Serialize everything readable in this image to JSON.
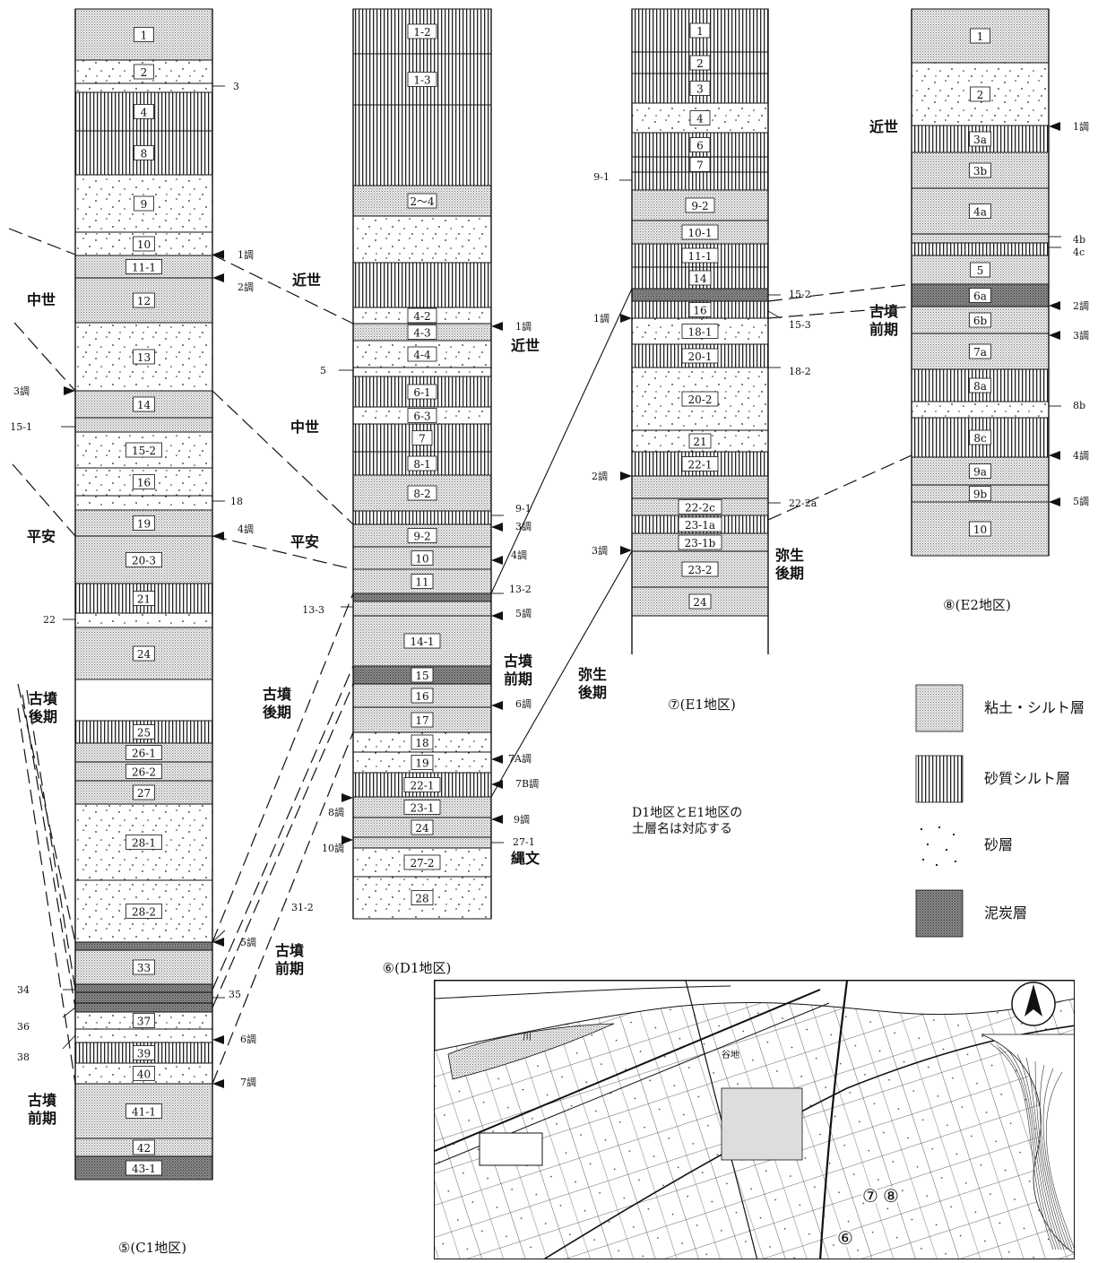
{
  "columns": [
    {
      "id": "c1",
      "caption": "⑤(C1地区)",
      "layers": [
        {
          "label": "1",
          "type": "clay"
        },
        {
          "label": "2",
          "type": "sand"
        },
        {
          "label": "",
          "type": "sand"
        },
        {
          "label": "4",
          "type": "sandy"
        },
        {
          "label": "8",
          "type": "sandy"
        },
        {
          "label": "9",
          "type": "sand"
        },
        {
          "label": "10",
          "type": "sand"
        },
        {
          "label": "11-1",
          "type": "clay"
        },
        {
          "label": "12",
          "type": "clay"
        },
        {
          "label": "13",
          "type": "sand"
        },
        {
          "label": "14",
          "type": "clay"
        },
        {
          "label": "",
          "type": "clay"
        },
        {
          "label": "15-2",
          "type": "sand"
        },
        {
          "label": "16",
          "type": "sand"
        },
        {
          "label": "",
          "type": "sand"
        },
        {
          "label": "19",
          "type": "clay"
        },
        {
          "label": "20-3",
          "type": "clay"
        },
        {
          "label": "21",
          "type": "sandy"
        },
        {
          "label": "",
          "type": "sand"
        },
        {
          "label": "24",
          "type": "clay"
        },
        {
          "label": "",
          "type": "blank"
        },
        {
          "label": "25",
          "type": "sandy"
        },
        {
          "label": "26-1",
          "type": "clay"
        },
        {
          "label": "26-2",
          "type": "clay"
        },
        {
          "label": "27",
          "type": "clay"
        },
        {
          "label": "28-1",
          "type": "sand"
        },
        {
          "label": "28-2",
          "type": "sand"
        },
        {
          "label": "",
          "type": "peat"
        },
        {
          "label": "33",
          "type": "clay"
        },
        {
          "label": "",
          "type": "peat"
        },
        {
          "label": "",
          "type": "peat"
        },
        {
          "label": "",
          "type": "peat"
        },
        {
          "label": "37",
          "type": "sand"
        },
        {
          "label": "",
          "type": "sand"
        },
        {
          "label": "39",
          "type": "sandy"
        },
        {
          "label": "40",
          "type": "sand"
        },
        {
          "label": "41-1",
          "type": "clay"
        },
        {
          "label": "42",
          "type": "clay"
        },
        {
          "label": "43-1",
          "type": "peat"
        }
      ],
      "side_labels": [
        {
          "text": "3"
        },
        {
          "text": "1調"
        },
        {
          "text": "2調"
        },
        {
          "text": "3調"
        },
        {
          "text": "15-1"
        },
        {
          "text": "18"
        },
        {
          "text": "4調"
        },
        {
          "text": "22"
        },
        {
          "text": "31-2"
        },
        {
          "text": "5調"
        },
        {
          "text": "34"
        },
        {
          "text": "35"
        },
        {
          "text": "36"
        },
        {
          "text": "38"
        },
        {
          "text": "6調"
        },
        {
          "text": "7調"
        }
      ]
    },
    {
      "id": "d1",
      "caption": "⑥(D1地区)",
      "layers": [
        {
          "label": "1-2",
          "type": "sandy"
        },
        {
          "label": "1-3",
          "type": "sandy"
        },
        {
          "label": "",
          "type": "sandy"
        },
        {
          "label": "2～4",
          "type": "clay"
        },
        {
          "label": "",
          "type": "sand"
        },
        {
          "label": "",
          "type": "sandy"
        },
        {
          "label": "4-2",
          "type": "sand"
        },
        {
          "label": "4-3",
          "type": "clay"
        },
        {
          "label": "4-4",
          "type": "sand"
        },
        {
          "label": "",
          "type": "sand"
        },
        {
          "label": "6-1",
          "type": "sandy"
        },
        {
          "label": "6-3",
          "type": "sand"
        },
        {
          "label": "7",
          "type": "sandy"
        },
        {
          "label": "8-1",
          "type": "sandy"
        },
        {
          "label": "8-2",
          "type": "clay"
        },
        {
          "label": "",
          "type": "sandy"
        },
        {
          "label": "9-2",
          "type": "clay"
        },
        {
          "label": "10",
          "type": "clay"
        },
        {
          "label": "11",
          "type": "clay"
        },
        {
          "label": "",
          "type": "peat"
        },
        {
          "label": "",
          "type": "clay"
        },
        {
          "label": "14-1",
          "type": "clay"
        },
        {
          "label": "15",
          "type": "peat"
        },
        {
          "label": "16",
          "type": "clay"
        },
        {
          "label": "17",
          "type": "clay"
        },
        {
          "label": "18",
          "type": "sand"
        },
        {
          "label": "19",
          "type": "sand"
        },
        {
          "label": "22-1",
          "type": "sandy"
        },
        {
          "label": "23-1",
          "type": "clay"
        },
        {
          "label": "24",
          "type": "clay"
        },
        {
          "label": "",
          "type": "clay"
        },
        {
          "label": "27-2",
          "type": "sand"
        },
        {
          "label": "28",
          "type": "sand"
        }
      ],
      "side_labels": [
        {
          "text": "1調"
        },
        {
          "text": "5"
        },
        {
          "text": "9-1"
        },
        {
          "text": "3調"
        },
        {
          "text": "4調"
        },
        {
          "text": "13-2"
        },
        {
          "text": "13-3"
        },
        {
          "text": "5調"
        },
        {
          "text": "6調"
        },
        {
          "text": "7A調"
        },
        {
          "text": "7B調"
        },
        {
          "text": "8調"
        },
        {
          "text": "9調"
        },
        {
          "text": "10調"
        },
        {
          "text": "27-1"
        }
      ]
    },
    {
      "id": "e1",
      "caption": "⑦(E1地区)",
      "layers": [
        {
          "label": "1",
          "type": "sandy"
        },
        {
          "label": "2",
          "type": "sandy"
        },
        {
          "label": "3",
          "type": "sandy"
        },
        {
          "label": "4",
          "type": "sand"
        },
        {
          "label": "6",
          "type": "sandy"
        },
        {
          "label": "7",
          "type": "sandy"
        },
        {
          "label": "",
          "type": "sandy"
        },
        {
          "label": "9-2",
          "type": "clay"
        },
        {
          "label": "10-1",
          "type": "clay"
        },
        {
          "label": "11-1",
          "type": "sandy"
        },
        {
          "label": "14",
          "type": "sandy"
        },
        {
          "label": "",
          "type": "peat"
        },
        {
          "label": "16",
          "type": "sandy"
        },
        {
          "label": "18-1",
          "type": "sand"
        },
        {
          "label": "20-1",
          "type": "sandy"
        },
        {
          "label": "20-2",
          "type": "sand"
        },
        {
          "label": "21",
          "type": "sand"
        },
        {
          "label": "22-1",
          "type": "sandy"
        },
        {
          "label": "",
          "type": "clay"
        },
        {
          "label": "22-2c",
          "type": "clay"
        },
        {
          "label": "23-1a",
          "type": "sandy"
        },
        {
          "label": "23-1b",
          "type": "clay"
        },
        {
          "label": "23-2",
          "type": "clay"
        },
        {
          "label": "24",
          "type": "clay"
        }
      ],
      "side_labels": [
        {
          "text": "9-1"
        },
        {
          "text": "15-2"
        },
        {
          "text": "1調"
        },
        {
          "text": "15-3"
        },
        {
          "text": "18-2"
        },
        {
          "text": "2調"
        },
        {
          "text": "22-2a"
        },
        {
          "text": "3調"
        }
      ]
    },
    {
      "id": "e2",
      "caption": "⑧(E2地区)",
      "layers": [
        {
          "label": "1",
          "type": "clay"
        },
        {
          "label": "2",
          "type": "sand"
        },
        {
          "label": "3a",
          "type": "sandy"
        },
        {
          "label": "3b",
          "type": "clay"
        },
        {
          "label": "4a",
          "type": "clay"
        },
        {
          "label": "",
          "type": "clay"
        },
        {
          "label": "",
          "type": "sandy"
        },
        {
          "label": "5",
          "type": "clay"
        },
        {
          "label": "6a",
          "type": "peat"
        },
        {
          "label": "6b",
          "type": "clay"
        },
        {
          "label": "7a",
          "type": "clay"
        },
        {
          "label": "8a",
          "type": "sandy"
        },
        {
          "label": "",
          "type": "sand"
        },
        {
          "label": "8c",
          "type": "sandy"
        },
        {
          "label": "9a",
          "type": "clay"
        },
        {
          "label": "9b",
          "type": "clay"
        },
        {
          "label": "10",
          "type": "clay"
        }
      ],
      "side_labels": [
        {
          "text": "1調"
        },
        {
          "text": "4b"
        },
        {
          "text": "4c"
        },
        {
          "text": "2調"
        },
        {
          "text": "3調"
        },
        {
          "text": "8b"
        },
        {
          "text": "4調"
        },
        {
          "text": "5調"
        }
      ]
    }
  ],
  "period_labels": [
    {
      "text": "中世"
    },
    {
      "text": "平安"
    },
    {
      "text": "古墳\n後期"
    },
    {
      "text": "古墳\n前期"
    },
    {
      "text": "近世"
    },
    {
      "text": "中世"
    },
    {
      "text": "平安"
    },
    {
      "text": "古墳\n後期"
    },
    {
      "text": "古墳\n前期"
    },
    {
      "text": "近世"
    },
    {
      "text": "古墳\n前期"
    },
    {
      "text": "縄文"
    },
    {
      "text": "弥生\n後期"
    },
    {
      "text": "弥生\n後期"
    },
    {
      "text": "近世"
    },
    {
      "text": "古墳\n前期"
    }
  ],
  "note": [
    "D1地区とE1地区の",
    "土層名は対応する"
  ],
  "legend": [
    {
      "type": "clay",
      "label": "粘土・シルト層"
    },
    {
      "type": "sandy",
      "label": "砂質シルト層"
    },
    {
      "type": "sand",
      "label": "砂層"
    },
    {
      "type": "peat",
      "label": "泥炭層"
    }
  ],
  "map": {
    "markers": [
      {
        "text": "⑦"
      },
      {
        "text": "⑧"
      },
      {
        "text": "⑥"
      }
    ],
    "north": "N",
    "river_text": [
      "川",
      "谷地"
    ]
  }
}
